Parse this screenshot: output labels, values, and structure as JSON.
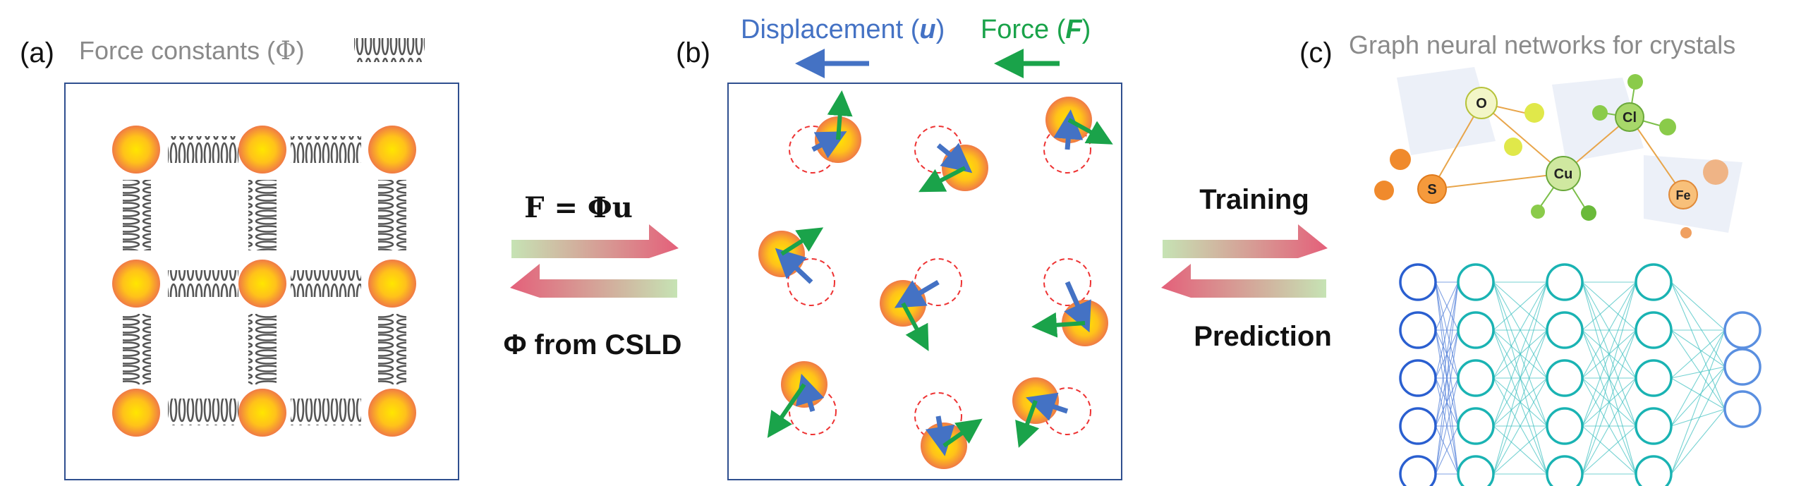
{
  "panel_a": {
    "tag": "(a)",
    "title_pre": "Force constants (",
    "title_symbol": "Φ",
    "title_post": ")"
  },
  "panel_b": {
    "tag": "(b)",
    "legend_disp_pre": "Displacement (",
    "legend_disp_sym": "u",
    "legend_disp_post": ")",
    "legend_force_pre": "Force (",
    "legend_force_sym": "F",
    "legend_force_post": ")"
  },
  "panel_c": {
    "tag": "(c)",
    "title": "Graph neural networks for crystals",
    "atoms": [
      "O",
      "Cl",
      "S",
      "Cu",
      "Fe"
    ]
  },
  "relation_ab": {
    "equation": "F = Φu",
    "cslds": "Φ from CSLD"
  },
  "relation_bc": {
    "forward": "Training",
    "backward": "Prediction"
  },
  "colors": {
    "displacement": "#4472c4",
    "force": "#1aa34a",
    "box_border": "#2f4f8f",
    "atom_center": "#ffd400",
    "atom_edge": "#f08a4b",
    "spring": "#555555",
    "arrow_left": "#b9d9a8",
    "arrow_right": "#e06070",
    "gray_text": "#8a8a8a"
  }
}
